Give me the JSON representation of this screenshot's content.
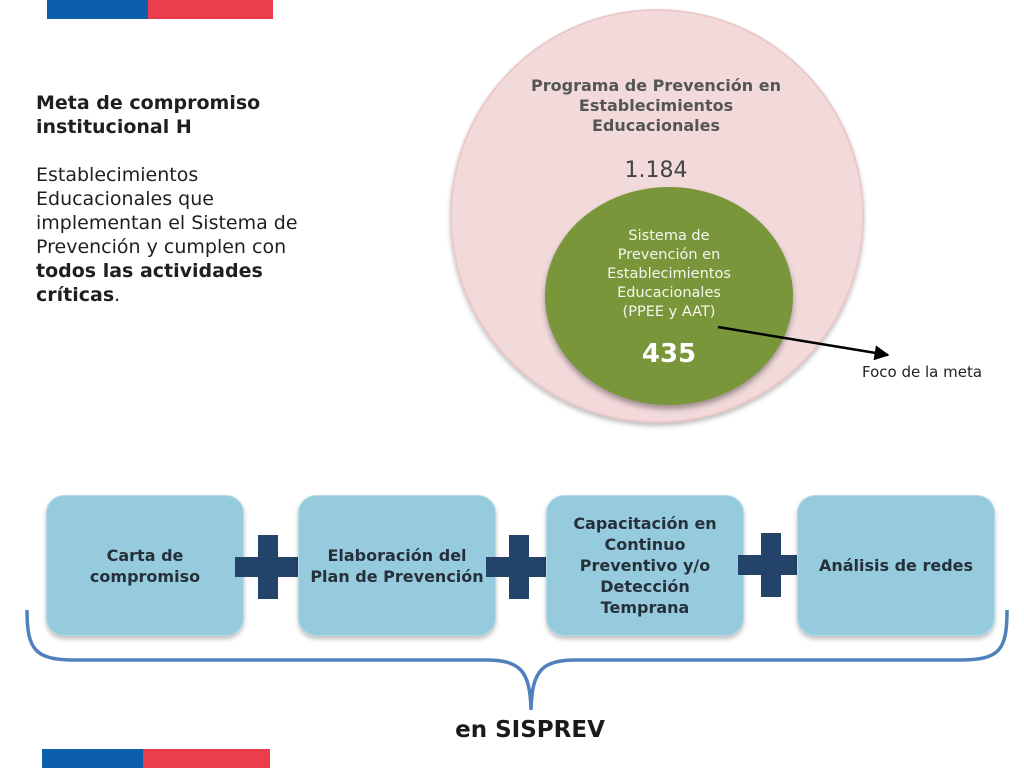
{
  "colors": {
    "flag_blue": "#0b5fad",
    "flag_red": "#ea3e4c",
    "big_circle": "#f2dadb",
    "small_circle": "#7a963a",
    "box_fill": "#96cadd",
    "plus": "#24436a",
    "brace": "#4f81bd"
  },
  "left_panel": {
    "title_line1": "Meta de compromiso",
    "title_line2": "institucional H",
    "body_text": "Establecimientos Educacionales que implementan el Sistema de Prevención y cumplen con ",
    "body_bold": "todos las actividades críticas",
    "body_end": "."
  },
  "venn": {
    "outer_title_line1": "Programa de Prevención en",
    "outer_title_line2": "Establecimientos",
    "outer_title_line3": "Educacionales",
    "outer_count": "1.184",
    "inner_title_line1": "Sistema de",
    "inner_title_line2": "Prevención en",
    "inner_title_line3": "Establecimientos",
    "inner_title_line4": "Educacionales",
    "inner_title_line5": "(PPEE y AAT)",
    "inner_count": "435",
    "callout": "Foco de la meta"
  },
  "steps": [
    {
      "label": "Carta de compromiso"
    },
    {
      "label": "Elaboración del Plan de Prevención"
    },
    {
      "label": "Capacitación en Continuo Preventivo y/o Detección Temprana"
    },
    {
      "label": "Análisis de redes"
    }
  ],
  "footer": {
    "label": "en SISPREV"
  }
}
